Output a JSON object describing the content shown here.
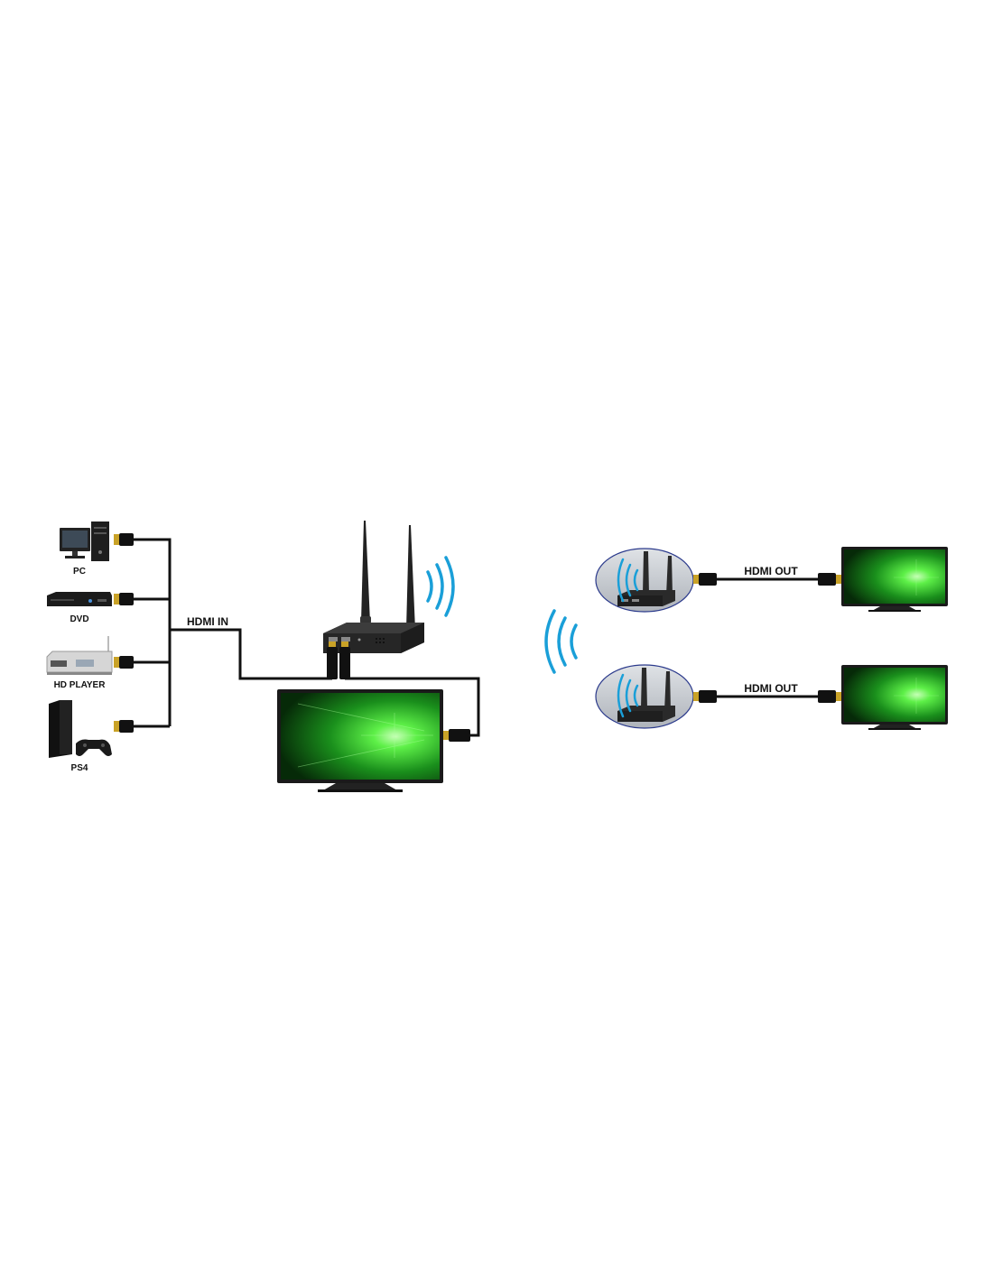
{
  "sources": [
    {
      "label": "PC",
      "icon": "pc-icon"
    },
    {
      "label": "DVD",
      "icon": "dvd-player-icon"
    },
    {
      "label": "HD PLAYER",
      "icon": "hd-player-icon"
    },
    {
      "label": "PS4",
      "icon": "ps4-console-icon"
    }
  ],
  "cables": {
    "input_label": "HDMI IN",
    "output_label_1": "HDMI OUT",
    "output_label_2": "HDMI OUT"
  },
  "colors": {
    "cable": "#111111",
    "wifi_wave": "#1a9fd8",
    "screen_green": "#2fd13a",
    "device_body": "#2b2b2b",
    "receiver_bubble": "#c9cdd3",
    "bubble_border": "#2b3a8c"
  },
  "icons": {
    "transmitter": "wireless-transmitter-icon",
    "receiver": "wireless-receiver-icon",
    "tv": "tv-icon",
    "wifi": "wifi-wave-icon",
    "hdmi_plug": "hdmi-plug-icon"
  }
}
